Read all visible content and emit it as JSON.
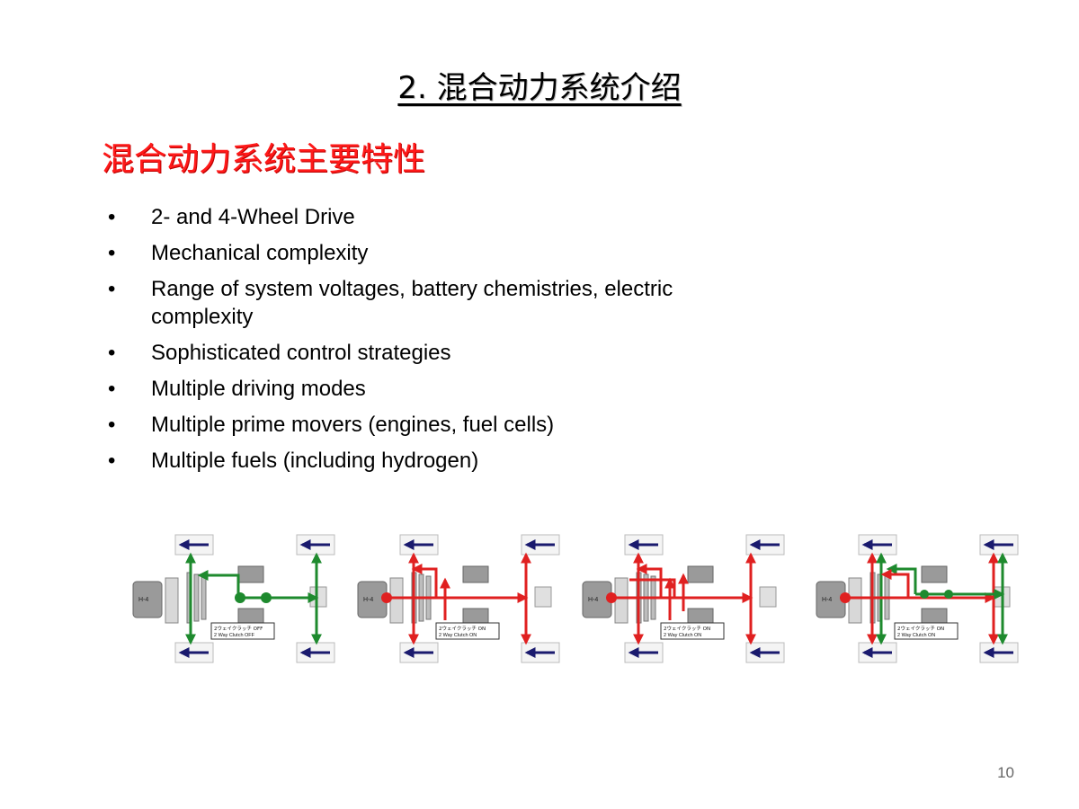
{
  "slide": {
    "title": "2. 混合动力系统介绍",
    "subtitle": "混合动力系统主要特性",
    "bullets": [
      "2- and 4-Wheel Drive",
      "Mechanical complexity",
      "Range of system voltages, battery chemistries, electric complexity",
      "Sophisticated control strategies",
      "Multiple driving modes",
      "Multiple prime movers (engines, fuel cells)",
      "Multiple fuels (including hydrogen)"
    ],
    "bullet_symbol": "•",
    "page_number": "10"
  },
  "diagrams": [
    {
      "engine_label": "H-4",
      "clutch_label_jp": "2ウェイクラッチ OFF",
      "clutch_label_en": "2 Way Clutch OFF",
      "flow_color": "#1e8a2e"
    },
    {
      "engine_label": "H-4",
      "clutch_label_jp": "2ウェイクラッチ ON",
      "clutch_label_en": "2 Way Clutch ON",
      "flow_color": "#e02020"
    },
    {
      "engine_label": "H-4",
      "clutch_label_jp": "2ウェイクラッチ ON",
      "clutch_label_en": "2 Way Clutch ON",
      "flow_color": "#e02020"
    },
    {
      "engine_label": "H-4",
      "clutch_label_jp": "2ウェイクラッチ ON",
      "clutch_label_en": "2 Way Clutch ON",
      "flow_color": "#e02020"
    }
  ],
  "colors": {
    "subtitle": "#ff1a1a",
    "wheel_arrow": "#1a1a6e",
    "green_flow": "#1e8a2e",
    "red_flow": "#e02020"
  }
}
